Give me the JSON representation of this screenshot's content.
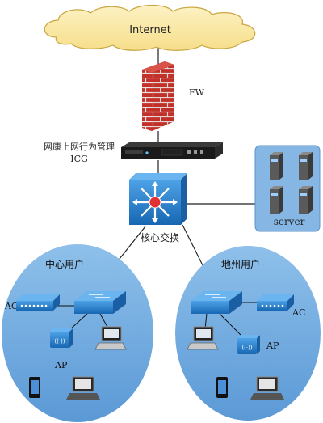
{
  "internet": {
    "label": "Internet"
  },
  "firewall": {
    "label": "FW"
  },
  "icg": {
    "label_line1": "网康上网行为管理",
    "label_line2": "ICG"
  },
  "core_switch": {
    "label": "核心交换"
  },
  "server_group": {
    "label": "server"
  },
  "center_users": {
    "title": "中心用户",
    "ac_label": "AC",
    "ap_label": "AP"
  },
  "regional_users": {
    "title": "地州用户",
    "ac_label": "AC",
    "ap_label": "AP"
  },
  "colors": {
    "cloud": "#fbeaa8",
    "cloud_stroke": "#d2b24a",
    "ellipse": "#6fa8dc",
    "server_box": "#7fb0e0",
    "switch_blue": "#1f77c8",
    "brick": "#c4312a",
    "device_dark": "#1a1a1a"
  }
}
